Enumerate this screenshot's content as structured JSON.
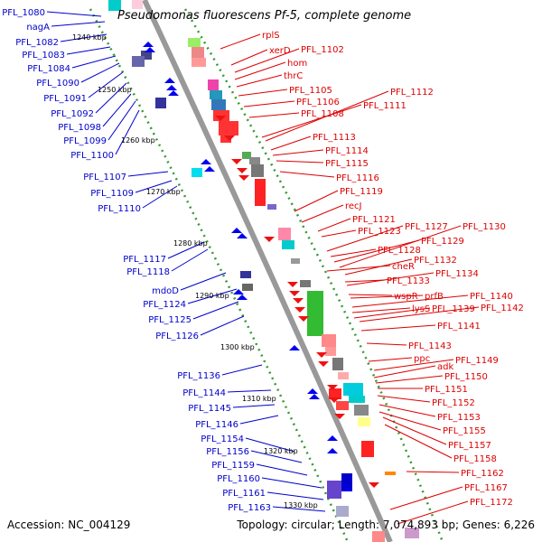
{
  "title": "Pseudomonas fluorescens Pf-5, complete genome",
  "footer": {
    "accession": "Accession: NC_004129",
    "topology": "Topology: circular; Length: 7,074,893 bp; Genes: 6,226"
  },
  "colors": {
    "left_label": "#0000cc",
    "right_label": "#dd0000",
    "backbone": "#999999",
    "ruler": "#339933"
  },
  "ticks": [
    "1240 kbp",
    "1250 kbp",
    "1260 kbp",
    "1270 kbp",
    "1280 kbp",
    "1290 kbp",
    "1300 kbp",
    "1310 kbp",
    "1320 kbp",
    "1330 kbp"
  ],
  "left_labels": [
    "PFL_1080",
    "nagA",
    "PFL_1082",
    "PFL_1083",
    "PFL_1084",
    "PFL_1090",
    "PFL_1091",
    "PFL_1092",
    "PFL_1098",
    "PFL_1099",
    "PFL_1100",
    "PFL_1107",
    "PFL_1109",
    "PFL_1110",
    "PFL_1117",
    "PFL_1118",
    "mdoD",
    "PFL_1124",
    "PFL_1125",
    "PFL_1126",
    "PFL_1136",
    "PFL_1144",
    "PFL_1145",
    "PFL_1146",
    "PFL_1154",
    "PFL_1156",
    "PFL_1159",
    "PFL_1160",
    "PFL_1161",
    "PFL_1163"
  ],
  "right_labels": [
    "rplS",
    "xerD",
    "PFL_1102",
    "hom",
    "thrC",
    "PFL_1105",
    "PFL_1106",
    "PFL_1108",
    "PFL_1111",
    "PFL_1112",
    "PFL_1113",
    "PFL_1114",
    "PFL_1115",
    "PFL_1116",
    "PFL_1119",
    "recJ",
    "PFL_1121",
    "PFL_1123",
    "PFL_1127",
    "PFL_1128",
    "PFL_1129",
    "PFL_1130",
    "cheR",
    "PFL_1132",
    "PFL_1133",
    "PFL_1134",
    "wspR",
    "prfB",
    "PFL_1140",
    "lysS",
    "PFL_1139",
    "PFL_1142",
    "PFL_1141",
    "PFL_1143",
    "ppc",
    "PFL_1149",
    "adk",
    "PFL_1150",
    "PFL_1151",
    "PFL_1152",
    "PFL_1153",
    "PFL_1155",
    "PFL_1157",
    "PFL_1158",
    "PFL_1162",
    "PFL_1167",
    "PFL_1172"
  ]
}
